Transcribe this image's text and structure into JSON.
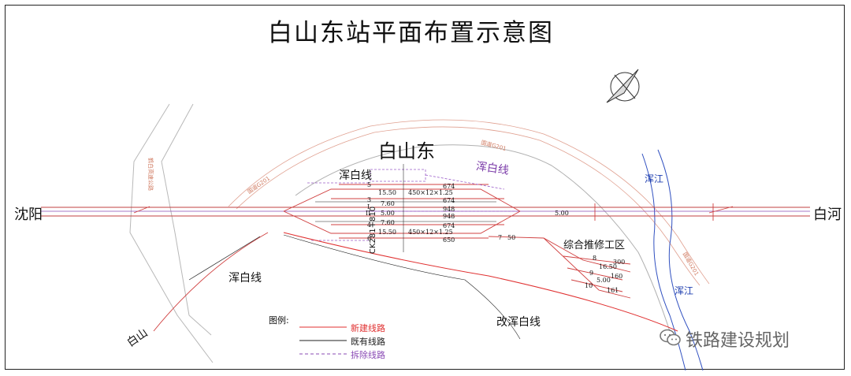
{
  "title": "白山东站平面布置示意图",
  "station": "白山东",
  "cities": {
    "left": "沈阳",
    "right": "白河",
    "bottom": "白山"
  },
  "line_labels": {
    "hunbai_top": "浑白线",
    "hunbai_top_right": "浑白线",
    "hunbai_bottom": "浑白线",
    "rerouted_hunbai": "改浑白线",
    "maintenance_area": "综合推修工区"
  },
  "rivers": {
    "upper": "浑江",
    "lower": "浑江"
  },
  "roads": {
    "g201_left": "国道G201",
    "g201_top": "国道G201",
    "g201_right": "国道G201",
    "expressway": "鹤白高速公路"
  },
  "track_numbers": [
    "5",
    "3",
    "I",
    "II",
    "4",
    "6"
  ],
  "track_spacing": [
    "15.50",
    "7.60",
    "5.00",
    "7.60",
    "15.50"
  ],
  "platform_spec": "450×12×1.25",
  "track_lengths": [
    "674",
    "674",
    "948",
    "948",
    "674",
    "650"
  ],
  "through_spacing": "5.00",
  "branch_track": {
    "number": "7",
    "spacing": "50"
  },
  "maintenance_tracks": [
    {
      "number": "8",
      "spacing": "16.50",
      "length": "300"
    },
    {
      "number": "9",
      "spacing": "5.00",
      "length": "160"
    },
    {
      "number": "10",
      "spacing": "",
      "length": "161"
    }
  ],
  "mileage": "CK281+810",
  "legend": {
    "title": "图例:",
    "items": [
      {
        "label": "新建线路",
        "color": "#e03030"
      },
      {
        "label": "既有线路",
        "color": "#202020"
      },
      {
        "label": "拆除线路",
        "color": "#8a4bb5"
      }
    ]
  },
  "watermark": "铁路建设规划",
  "colors": {
    "new": "#e03030",
    "existing": "#202020",
    "removed": "#8a4bb5",
    "river": "#2040b0",
    "road": "#d07a60"
  }
}
